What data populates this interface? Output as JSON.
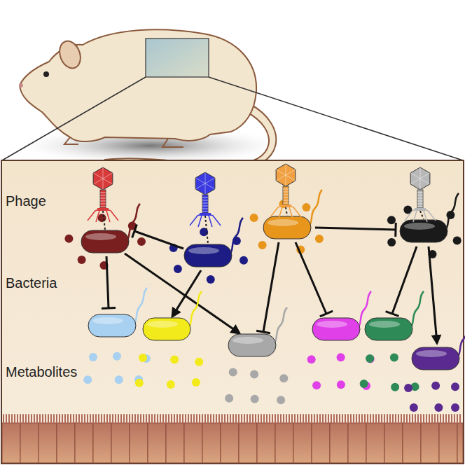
{
  "diagram": {
    "labels": [
      "Phage",
      "Bacteria",
      "Metabolites"
    ]
  }
}
